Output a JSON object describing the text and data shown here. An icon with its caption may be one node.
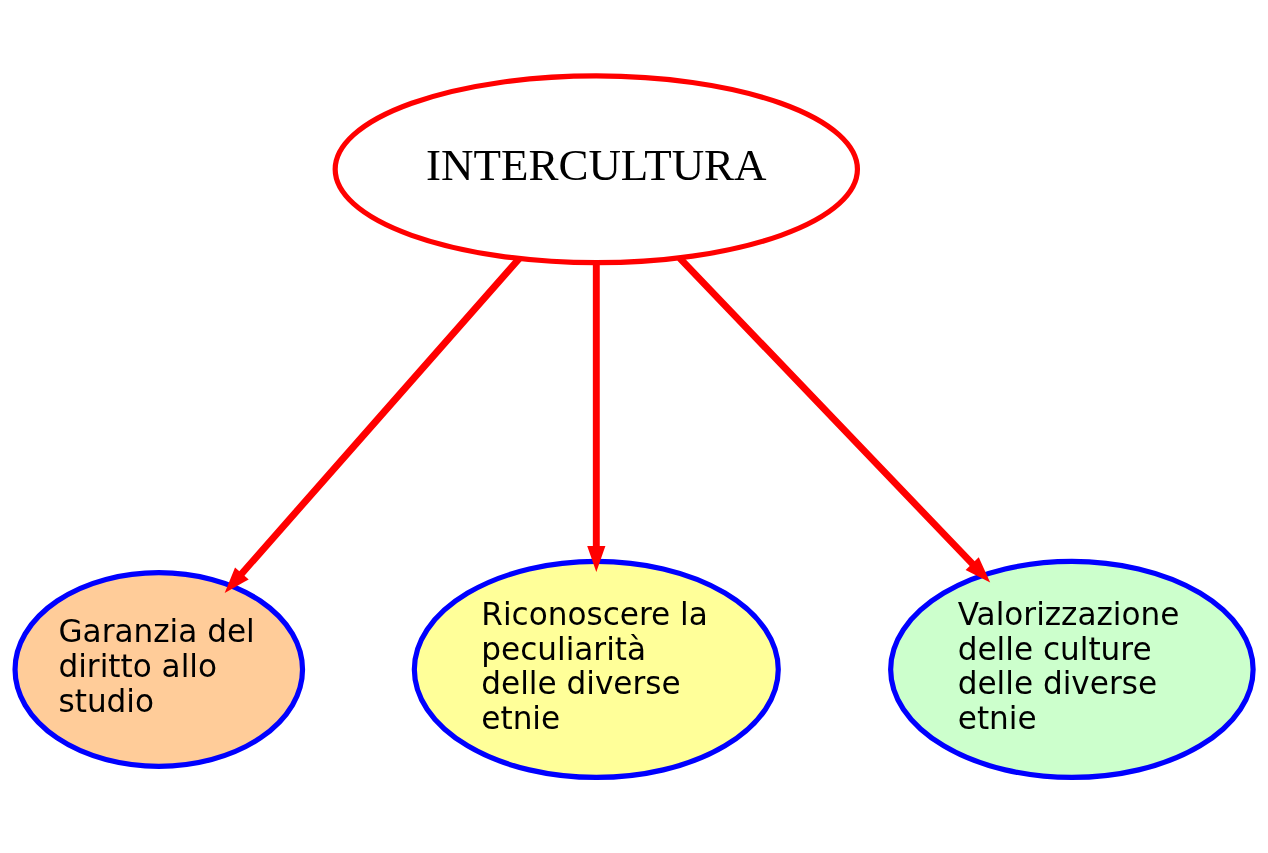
{
  "diagram": {
    "nodes": [
      {
        "text": [
          "INTERCULTURA"
        ]
      },
      {
        "text": [
          "Garanzia del diritto allo studio"
        ]
      },
      {
        "text": [
          "Riconoscere la peculiarità delle diverse etnie"
        ]
      },
      {
        "text": [
          "Valorizzazione delle culture delle diverse etnie"
        ]
      }
    ],
    "edges": [
      {
        "from": 0,
        "to": 1,
        "arrow": "to"
      },
      {
        "from": 0,
        "to": 2,
        "arrow": "to"
      },
      {
        "from": 0,
        "to": 3,
        "arrow": "to"
      }
    ]
  }
}
